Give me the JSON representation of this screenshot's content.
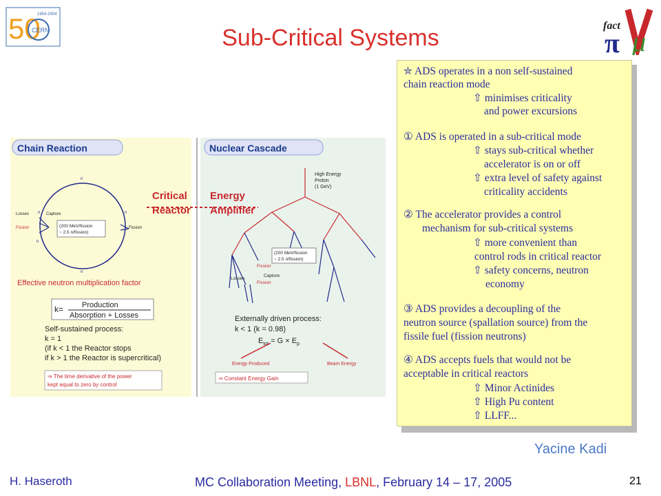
{
  "slide": {
    "title": "Sub-Critical Systems",
    "speaker": "Yacine Kadi",
    "author": "H. Haseroth",
    "footer": {
      "prefix": "MC Collaboration Meeting, ",
      "location": "LBNL",
      "suffix": ", February 14 – 17, 2005"
    },
    "page_number": "21"
  },
  "logos": {
    "cern": {
      "years": "1954-2004",
      "name": "CERN",
      "fifty": "50"
    },
    "fact": {
      "text": "fact"
    }
  },
  "figure": {
    "left_panel": {
      "tab": "Chain Reaction",
      "n": "n",
      "losses": "Losses",
      "capture": "Capture",
      "fission": "Fission",
      "fission_note_1": "(200 MeV/fission",
      "fission_note_2": "~ 2.5 n/fission)",
      "emf": "Effective neutron multiplication factor",
      "k_prefix": "k=",
      "k_num": "Production",
      "k_den": "Absorption + Losses",
      "self_1": "Self-sustained process:",
      "self_2": "k = 1",
      "self_3": "(if k < 1 the Reactor stops",
      "self_4": "if k > 1 the Reactor is supercritical)",
      "note_1": "⇒ The time derivative of the power",
      "note_2": "kept equal to zero by control"
    },
    "middle": {
      "critical_1": "Critical",
      "critical_2": "Reactor",
      "energy_1": "Energy",
      "energy_2": "Amplifier"
    },
    "right_panel": {
      "tab": "Nuclear Cascade",
      "hep_1": "High Energy",
      "hep_2": "Proton",
      "hep_3": "(1 GeV)",
      "fission_note_1": "(200 MeV/fission",
      "fission_note_2": "~ 2.5 n/fission)",
      "fission": "Fission",
      "losses": "Losses",
      "capture": "Capture",
      "ext_1": "Externally driven process:",
      "ext_2": "k < 1 (k = 0.98)",
      "etot": "E",
      "etot_sub": "tot",
      "etot_rest": " = G × E",
      "etot_sub2": "p",
      "energy_produced": "Energy Produced",
      "beam_energy": "Beam Energy",
      "gain": "⇒ Constant Energy Gain"
    }
  },
  "textbox": {
    "lines": [
      "✮  ADS operates in a non self-sustained",
      "chain reaction mode",
      "⇧ minimises criticality",
      "and power excursions",
      "①  ADS is operated in a sub-critical mode",
      "⇧ stays sub-critical whether",
      "accelerator is on or off",
      "⇧ extra level of safety against",
      "criticality accidents",
      "②  The accelerator provides a control",
      "mechanism for sub-critical systems",
      "⇧ more convenient than",
      "control rods in critical reactor",
      "⇧ safety concerns, neutron",
      "economy",
      "③ ADS provides a decoupling of the",
      "neutron source (spallation source) from the",
      "fissile fuel (fission neutrons)",
      "④ ADS accepts fuels that would not be",
      "acceptable in critical reactors",
      "⇧ Minor Actinides",
      "⇧ High Pu content",
      "⇧ LLFF..."
    ]
  }
}
